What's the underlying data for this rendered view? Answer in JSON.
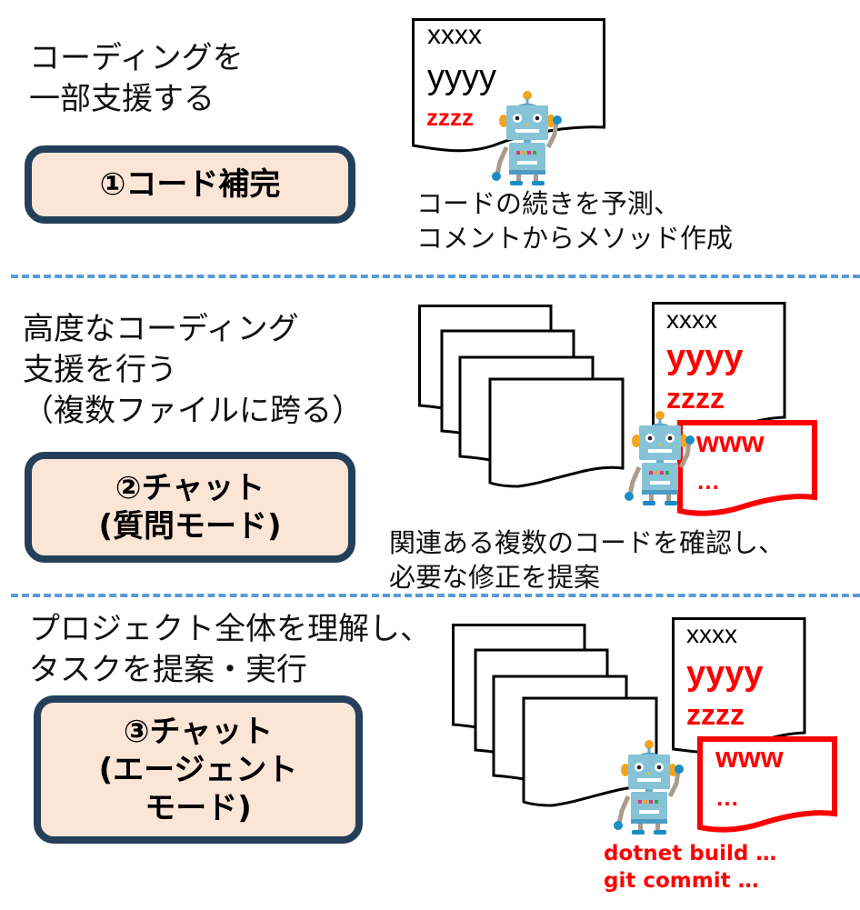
{
  "colors": {
    "accent_red": "#ff0000",
    "box_fill": "#fbe5d6",
    "box_border": "#243f5a",
    "divider": "#5b9bd5",
    "robot_body": "#7fc1d4"
  },
  "sections": [
    {
      "description": "コーディングを\n一部支援する",
      "mode_label": "①コード補完",
      "code_doc": {
        "lines": [
          "xxxx",
          "yyyy",
          "zzzz"
        ],
        "highlighted": [
          "zzzz"
        ]
      },
      "caption": "コードの続きを予測、\nコメントからメソッド作成",
      "robot_icon": "robot-icon"
    },
    {
      "description": "高度なコーディング\n支援を行う\n（複数ファイルに跨る）",
      "mode_label": "②チャット\n(質問モード)",
      "code_doc": {
        "lines": [
          "xxxx",
          "yyyy",
          "zzzz"
        ],
        "highlighted": [
          "yyyy",
          "zzzz"
        ]
      },
      "new_doc": {
        "lines": [
          "www",
          "…"
        ]
      },
      "caption": "関連ある複数のコードを確認し、\n必要な修正を提案",
      "robot_icon": "robot-icon",
      "file_stack_count": 4
    },
    {
      "description": "プロジェクト全体を理解し、\nタスクを提案・実行",
      "mode_label": "③チャット\n(エージェント\nモード)",
      "code_doc": {
        "lines": [
          "xxxx",
          "yyyy",
          "zzzz"
        ],
        "highlighted": [
          "yyyy",
          "zzzz"
        ]
      },
      "new_doc": {
        "lines": [
          "www",
          "…"
        ]
      },
      "commands": "dotnet build …\ngit commit …",
      "robot_icon": "robot-icon",
      "file_stack_count": 4
    }
  ]
}
